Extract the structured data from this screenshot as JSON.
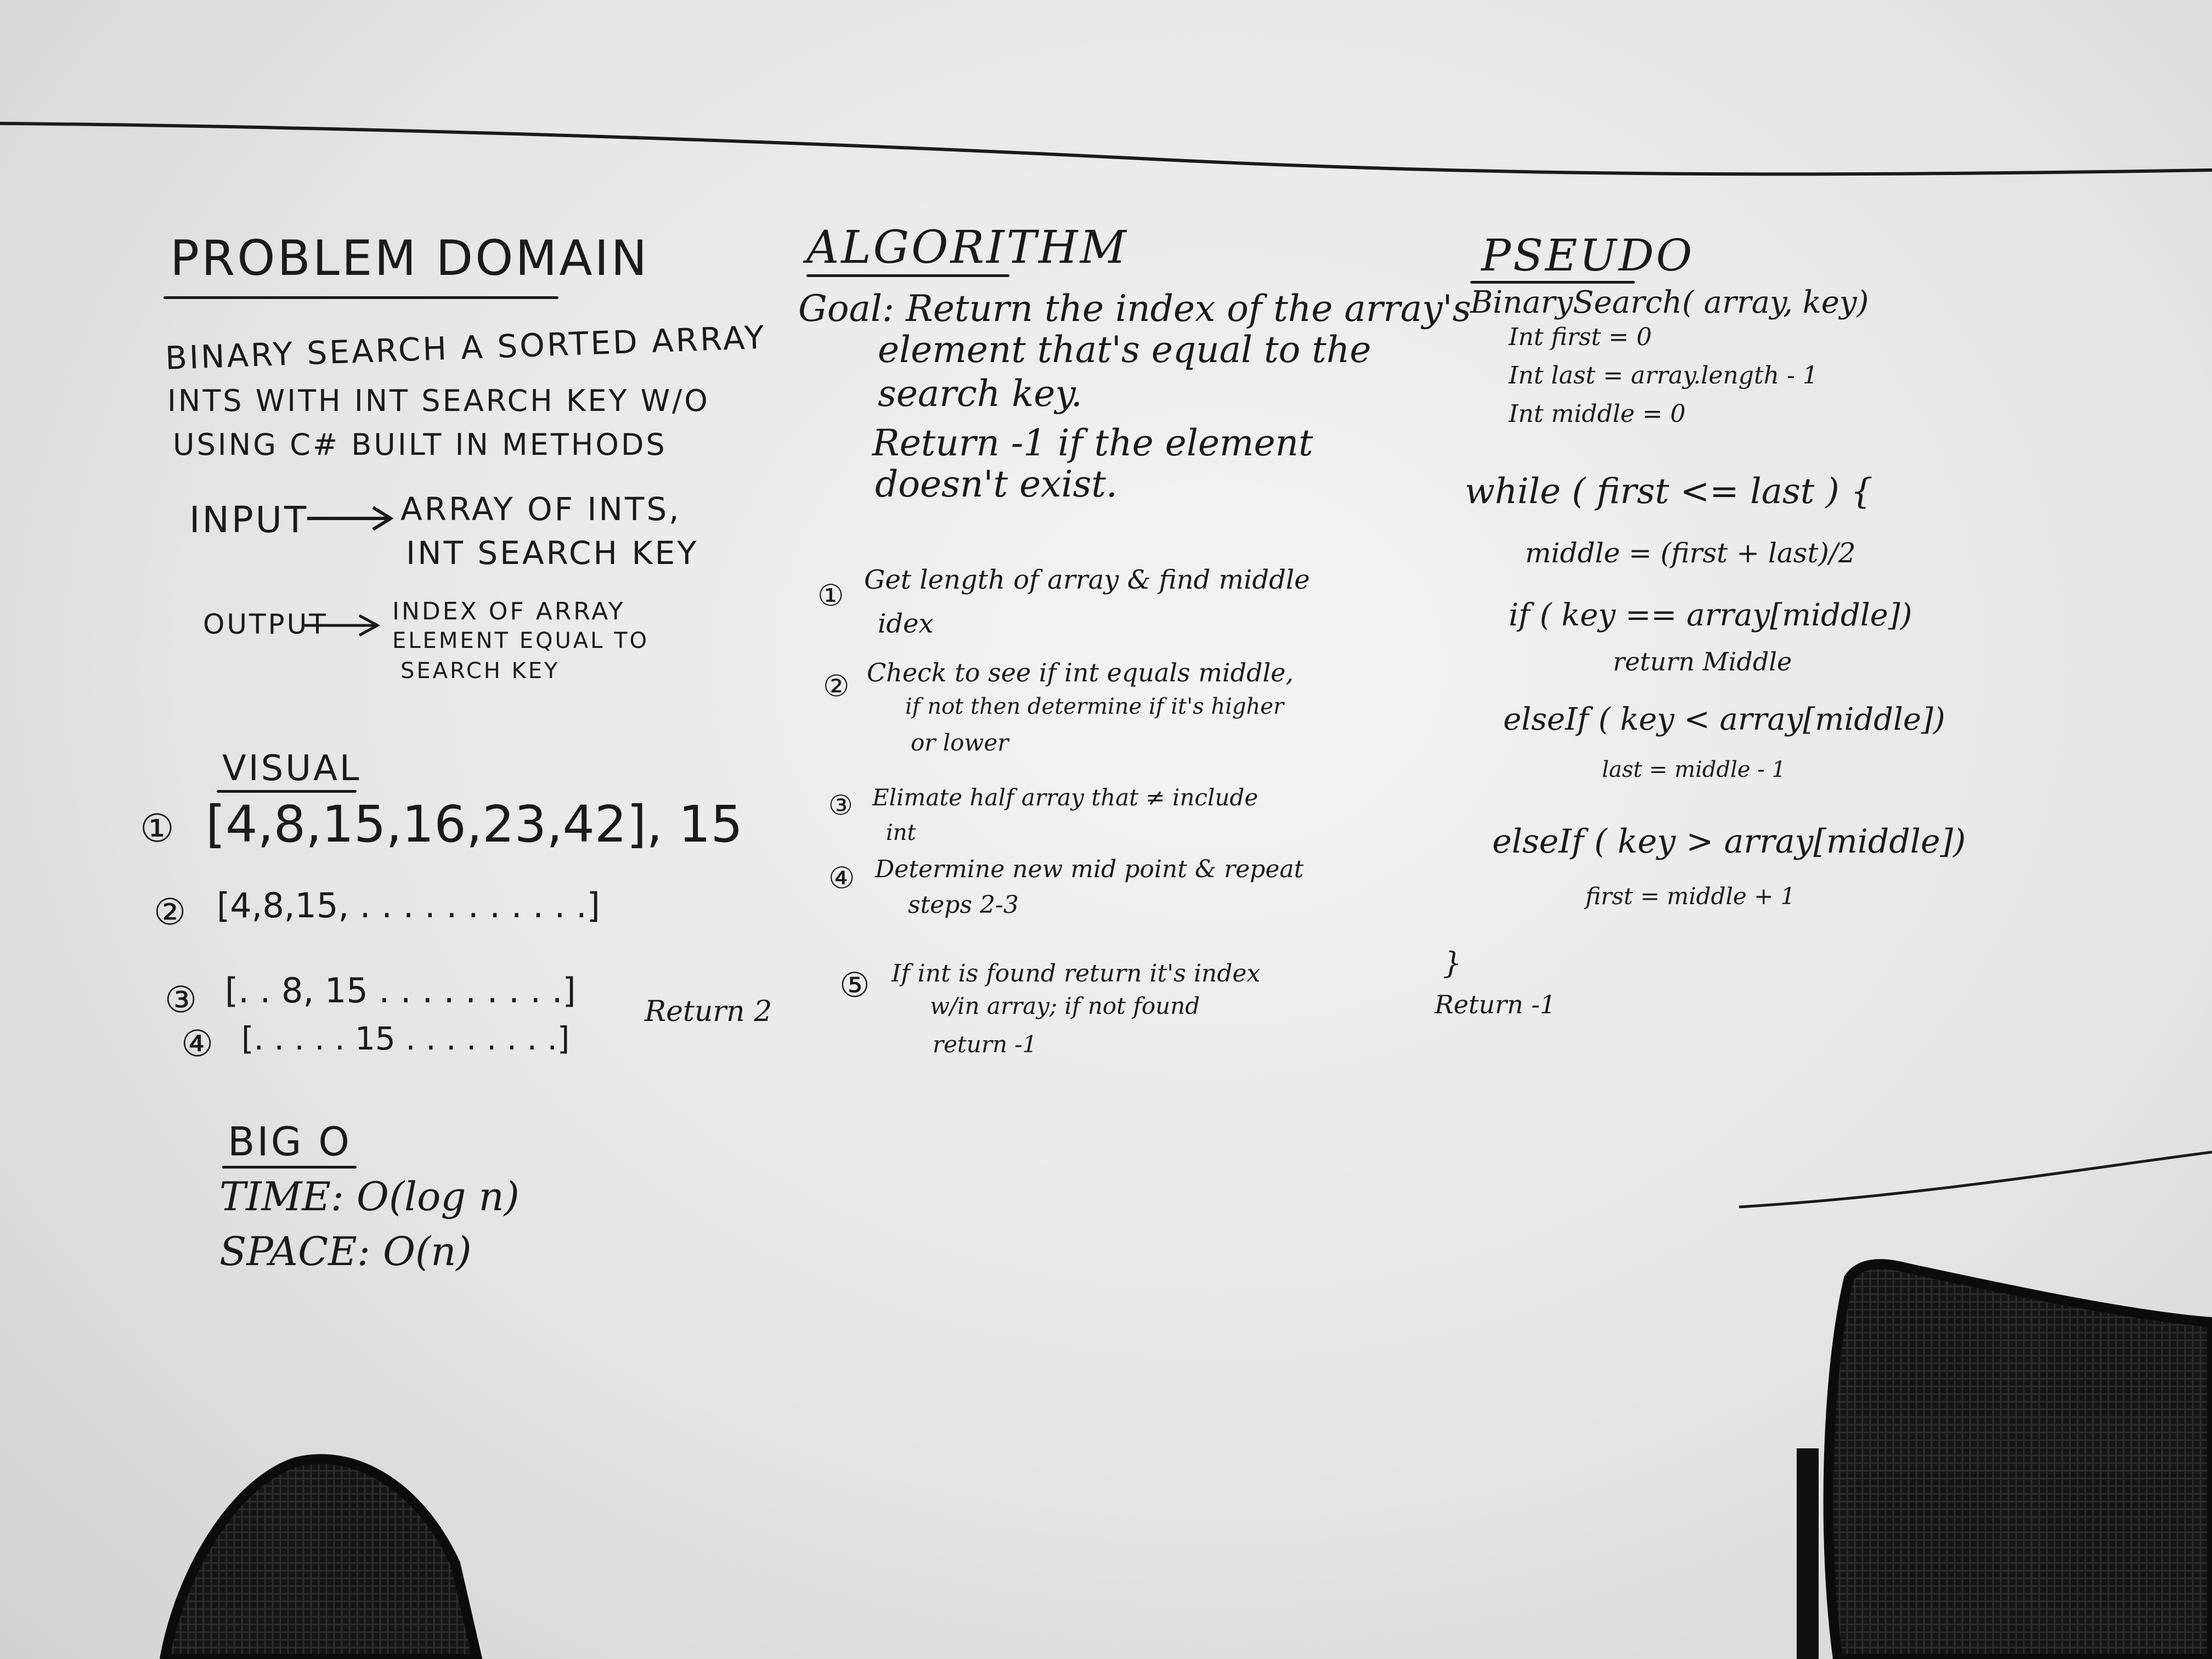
{
  "problem_domain": {
    "title": "PROBLEM DOMAIN",
    "description": [
      "BINARY SEARCH A SORTED ARRAY",
      "INTS WITH INT SEARCH KEY W/O",
      "USING C# BUILT IN METHODS"
    ],
    "input_label": "INPUT",
    "input_value": [
      "ARRAY OF INTS,",
      "INT SEARCH KEY"
    ],
    "output_label": "OUTPUT",
    "output_value": [
      "INDEX OF ARRAY",
      "ELEMENT EQUAL TO",
      "SEARCH KEY"
    ]
  },
  "visual": {
    "title": "VISUAL",
    "steps": [
      {
        "num": "①",
        "text": "[4,8,15,16,23,42], 15"
      },
      {
        "num": "②",
        "text": "[4,8,15, . . . . . . . . . . .]"
      },
      {
        "num": "③",
        "text": "[. . 8, 15 . . . . . . . . .]"
      },
      {
        "num": "④",
        "text": "[. . . . . 15 . . . . . . . .]"
      }
    ],
    "return_note": "Return 2"
  },
  "big_o": {
    "title": "BIG O",
    "time": "TIME: O(log n)",
    "space": "SPACE: O(n)"
  },
  "algorithm": {
    "title": "ALGORITHM",
    "goal": [
      "Goal: Return the index of the array's",
      "element that's equal to the",
      "search key.",
      "Return -1 if the element",
      "doesn't exist."
    ],
    "steps": [
      {
        "num": "①",
        "lines": [
          "Get length of array & find middle",
          "idex"
        ]
      },
      {
        "num": "②",
        "lines": [
          "Check to see if int equals middle,",
          "if not then determine if it's higher",
          "or lower"
        ]
      },
      {
        "num": "③",
        "lines": [
          "Elimate half array that ≠ include",
          "int"
        ]
      },
      {
        "num": "④",
        "lines": [
          "Determine new mid point & repeat",
          "steps 2-3"
        ]
      },
      {
        "num": "⑤",
        "lines": [
          "If int is found return it's index",
          "w/in array; if not found",
          "return -1"
        ]
      }
    ]
  },
  "pseudo": {
    "title": "PSEUDO",
    "signature": "BinarySearch( array, key)",
    "declarations": [
      "Int   first = 0",
      "Int   last = array.length - 1",
      "Int   middle = 0"
    ],
    "while_line": "while ( first <= last ) {",
    "middle_calc": "middle = (first + last)/2",
    "if_line": "if ( key == array[middle])",
    "if_body": "return Middle",
    "elseif1_line": "elseIf ( key < array[middle])",
    "elseif1_body": "last = middle - 1",
    "elseif2_line": "elseIf ( key > array[middle])",
    "elseif2_body": "first = middle + 1",
    "close_brace": "}",
    "return_line": "Return -1"
  },
  "colors": {
    "ink": "#1a1a1a",
    "board": "#f0f0f0",
    "chair": "#151515"
  }
}
